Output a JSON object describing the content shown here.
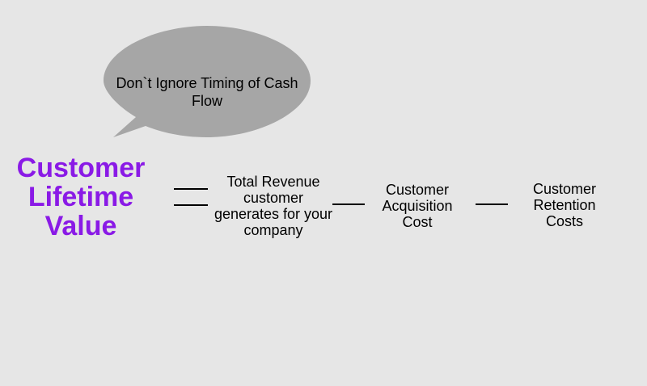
{
  "callout": {
    "text": "Don`t Ignore Timing of Cash Flow",
    "fill_color": "#a6a6a6"
  },
  "formula": {
    "result": "Customer Lifetime Value",
    "result_color": "#8a1ae6",
    "operator_equals": "=",
    "operator_minus": "-",
    "terms": [
      "Total Revenue customer generates for your company",
      "Customer Acquisition Cost",
      "Customer Retention Costs"
    ]
  }
}
